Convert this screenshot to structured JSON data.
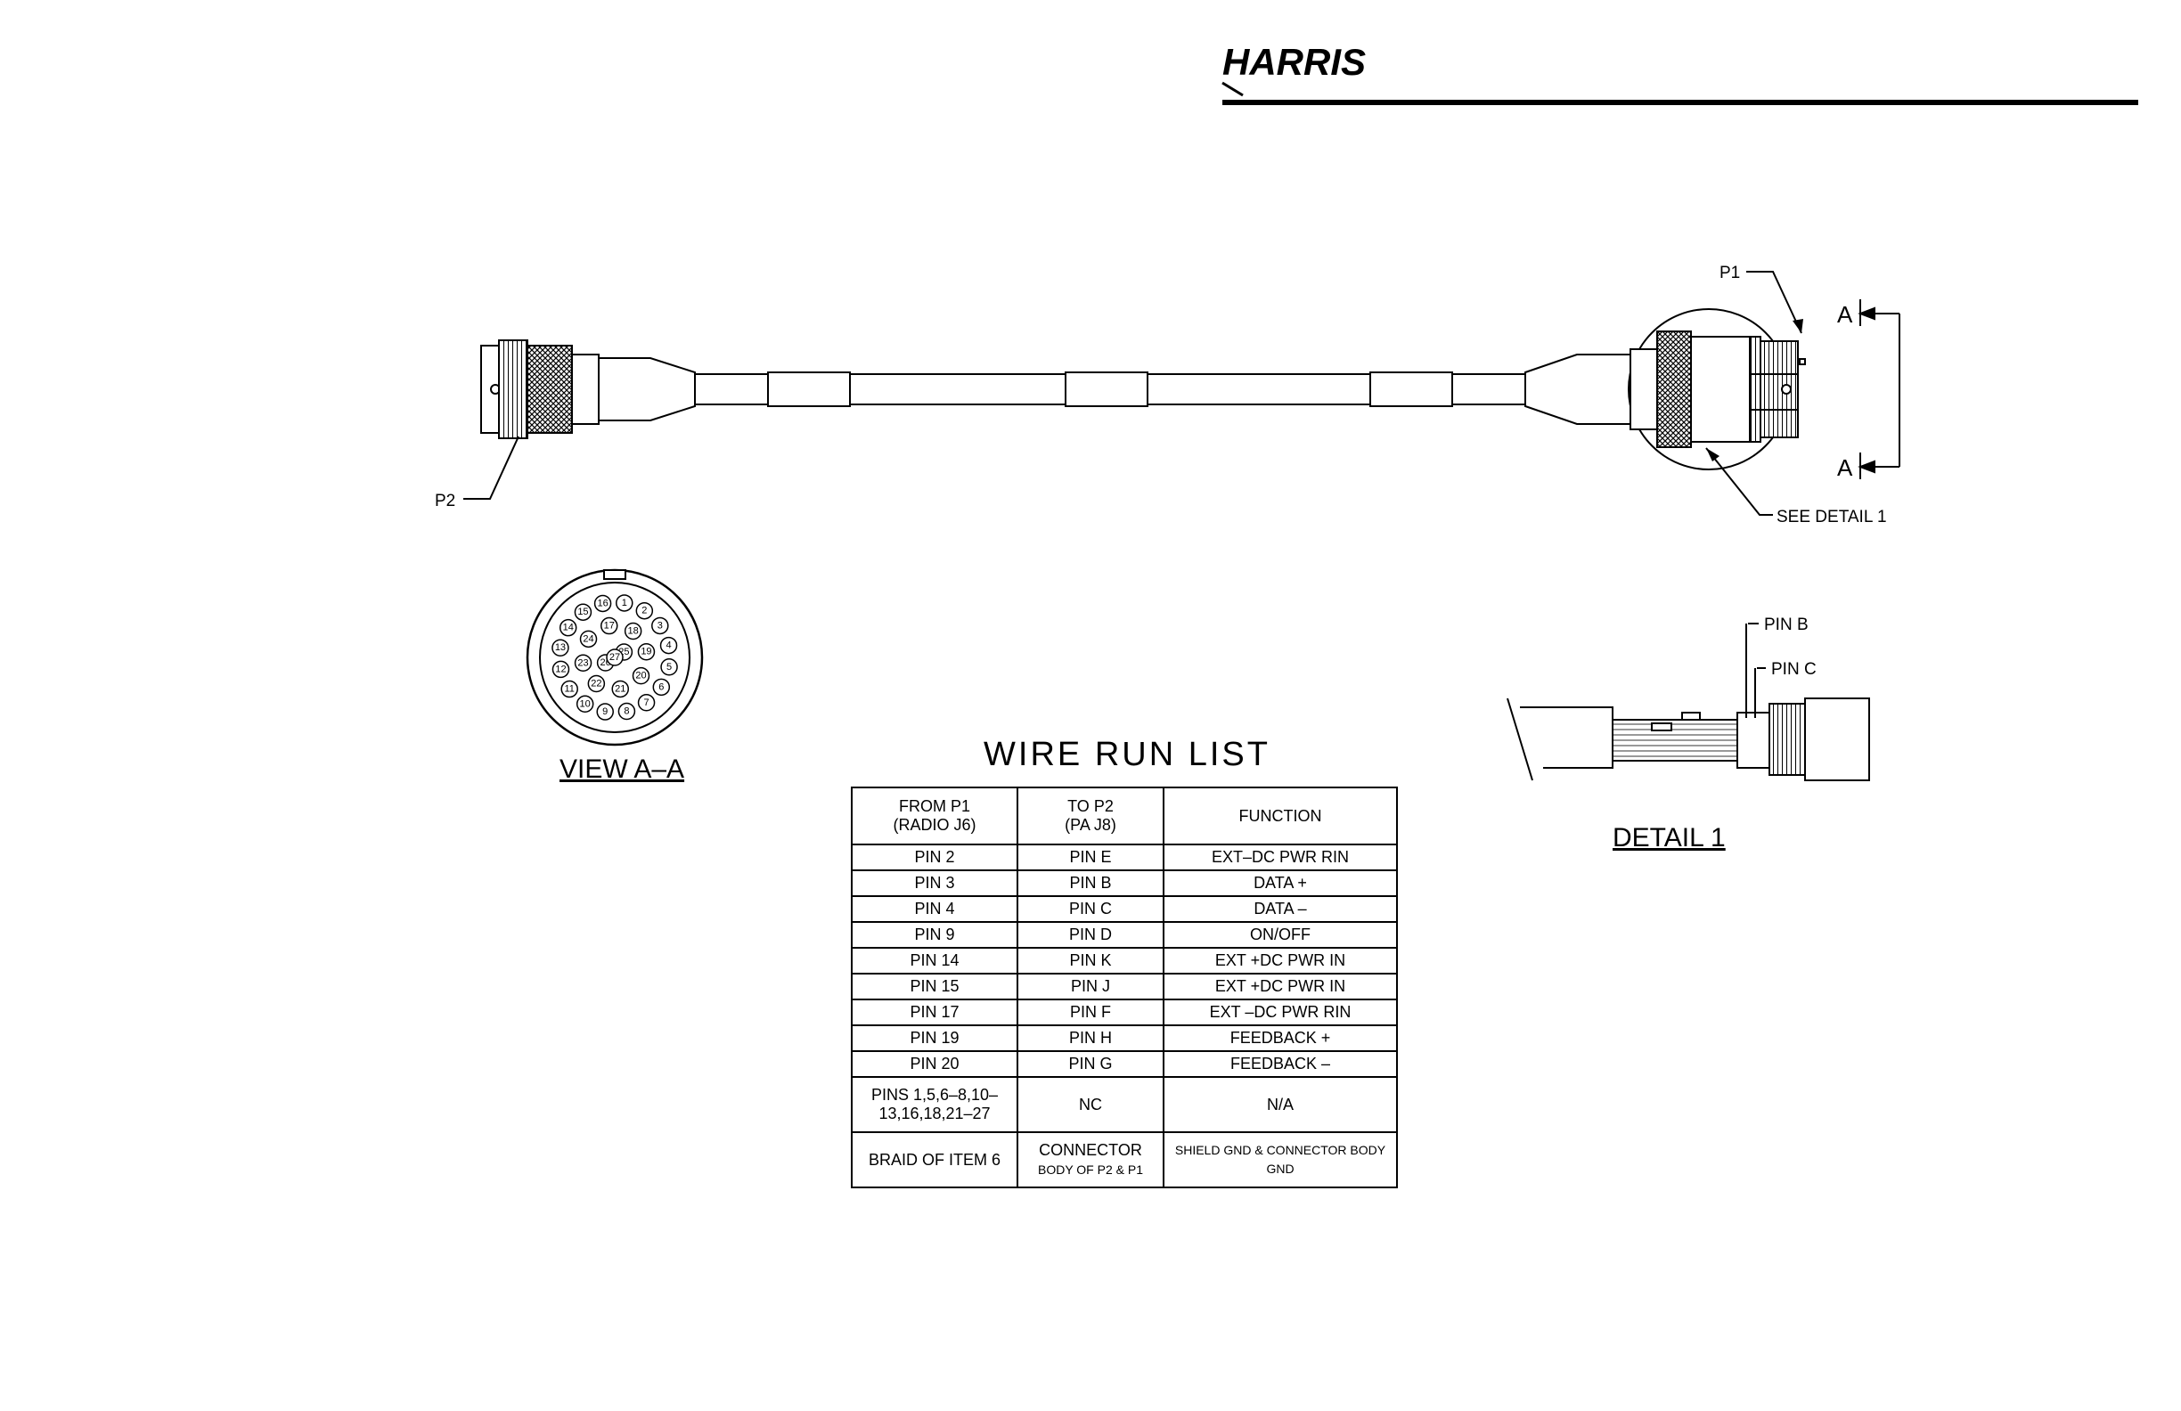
{
  "logo": "HARRIS",
  "labels": {
    "p1": "P1",
    "p2": "P2",
    "section_a_top": "A",
    "section_a_bottom": "A",
    "see_detail": "SEE DETAIL 1",
    "pin_b": "PIN B",
    "pin_c": "PIN C",
    "view_title": "VIEW A–A",
    "detail_title": "DETAIL 1"
  },
  "connector_pins": [
    "1",
    "2",
    "3",
    "4",
    "5",
    "6",
    "7",
    "8",
    "9",
    "10",
    "11",
    "12",
    "13",
    "14",
    "15",
    "16",
    "17",
    "18",
    "19",
    "20",
    "21",
    "22",
    "23",
    "24",
    "25",
    "26",
    "27"
  ],
  "wire_run_list": {
    "title": "WIRE RUN LIST",
    "headers": [
      {
        "line1": "FROM P1",
        "line2": "(RADIO J6)"
      },
      {
        "line1": "TO P2",
        "line2": "(PA J8)"
      },
      {
        "line1": "FUNCTION",
        "line2": ""
      }
    ],
    "rows": [
      {
        "from": "PIN 2",
        "to": "PIN E",
        "function": "EXT–DC PWR RIN"
      },
      {
        "from": "PIN 3",
        "to": "PIN B",
        "function": "DATA +"
      },
      {
        "from": "PIN 4",
        "to": "PIN C",
        "function": "DATA –"
      },
      {
        "from": "PIN 9",
        "to": "PIN D",
        "function": "ON/OFF"
      },
      {
        "from": "PIN 14",
        "to": "PIN K",
        "function": "EXT +DC PWR IN"
      },
      {
        "from": "PIN 15",
        "to": "PIN J",
        "function": "EXT +DC PWR IN"
      },
      {
        "from": "PIN 17",
        "to": "PIN F",
        "function": "EXT –DC PWR RIN"
      },
      {
        "from": "PIN 19",
        "to": "PIN H",
        "function": "FEEDBACK +"
      },
      {
        "from": "PIN 20",
        "to": "PIN G",
        "function": "FEEDBACK –"
      }
    ],
    "nc_row": {
      "from_line1": "PINS 1,5,6–8,10–",
      "from_line2": "13,16,18,21–27",
      "to": "NC",
      "function": "N/A"
    },
    "braid_row": {
      "from": "BRAID OF ITEM 6",
      "to_line1": "CONNECTOR",
      "to_line2": "BODY OF P2 & P1",
      "function": "SHIELD GND & CONNECTOR BODY GND"
    }
  }
}
